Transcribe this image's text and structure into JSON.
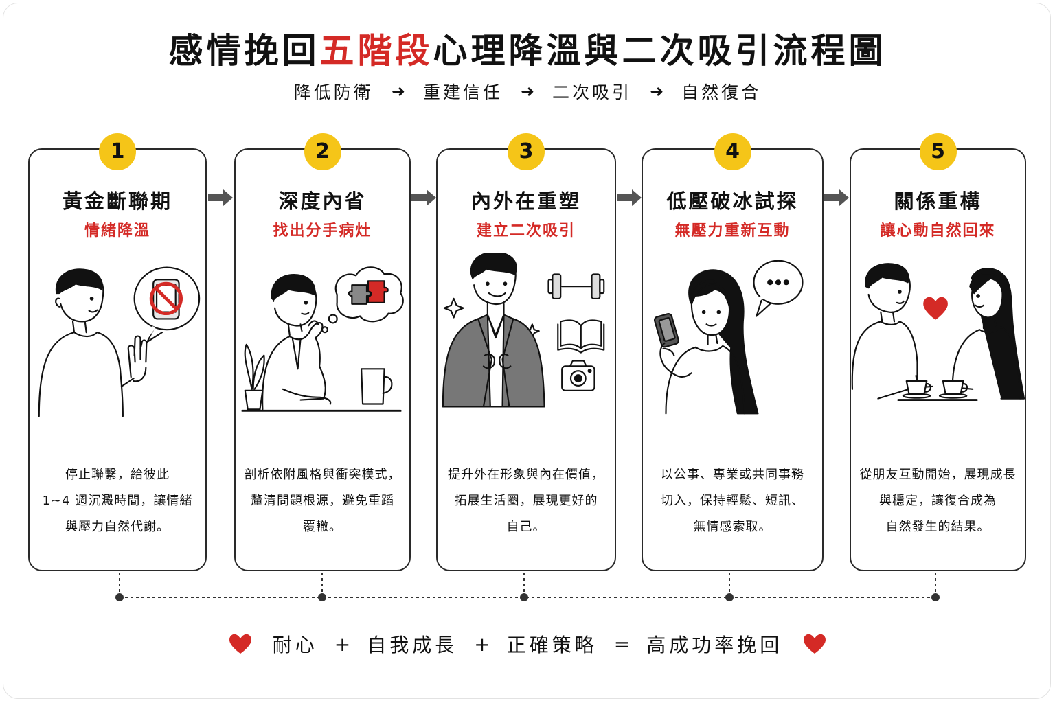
{
  "title": {
    "part1": "感情挽回",
    "highlight": "五階段",
    "part2": "心理降溫與二次吸引流程圖"
  },
  "flow": [
    "降低防衛",
    "重建信任",
    "二次吸引",
    "自然復合"
  ],
  "flow_separator": "➜",
  "stages": [
    {
      "number": "1",
      "title": "黃金斷聯期",
      "subtitle": "情緒降溫",
      "desc": [
        "停止聯繫，給彼此",
        "1~4 週沉澱時間，讓情緒",
        "與壓力自然代謝。"
      ],
      "icons": [
        "person-stop-hand-icon",
        "no-phone-icon"
      ]
    },
    {
      "number": "2",
      "title": "深度內省",
      "subtitle": "找出分手病灶",
      "desc": [
        "剖析依附風格與衝突模式，",
        "釐清問題根源，避免重蹈",
        "覆轍。"
      ],
      "icons": [
        "thinking-person-icon",
        "puzzle-thought-icon",
        "coffee-mug-icon",
        "plant-icon"
      ]
    },
    {
      "number": "3",
      "title": "內外在重塑",
      "subtitle": "建立二次吸引",
      "desc": [
        "提升外在形象與內在價值，",
        "拓展生活圈，展現更好的",
        "自己。"
      ],
      "icons": [
        "confident-person-icon",
        "dumbbell-icon",
        "book-icon",
        "camera-icon"
      ]
    },
    {
      "number": "4",
      "title": "低壓破冰試探",
      "subtitle": "無壓力重新互動",
      "desc": [
        "以公事、專業或共同事務",
        "切入，保持輕鬆、短訊、",
        "無情感索取。"
      ],
      "icons": [
        "woman-phone-icon",
        "chat-bubble-icon"
      ]
    },
    {
      "number": "5",
      "title": "關係重構",
      "subtitle": "讓心動自然回來",
      "desc": [
        "從朋友互動開始，展現成長",
        "與穩定，讓復合成為",
        "自然發生的結果。"
      ],
      "icons": [
        "couple-coffee-icon",
        "heart-icon"
      ]
    }
  ],
  "formula": {
    "terms": [
      "耐心",
      "自我成長",
      "正確策略",
      "高成功率挽回"
    ],
    "plus": "+",
    "equals": "="
  },
  "colors": {
    "accent_red": "#d42a26",
    "badge_yellow": "#f5c518",
    "line": "#2a2a2a",
    "arrow_gray": "#555555"
  }
}
